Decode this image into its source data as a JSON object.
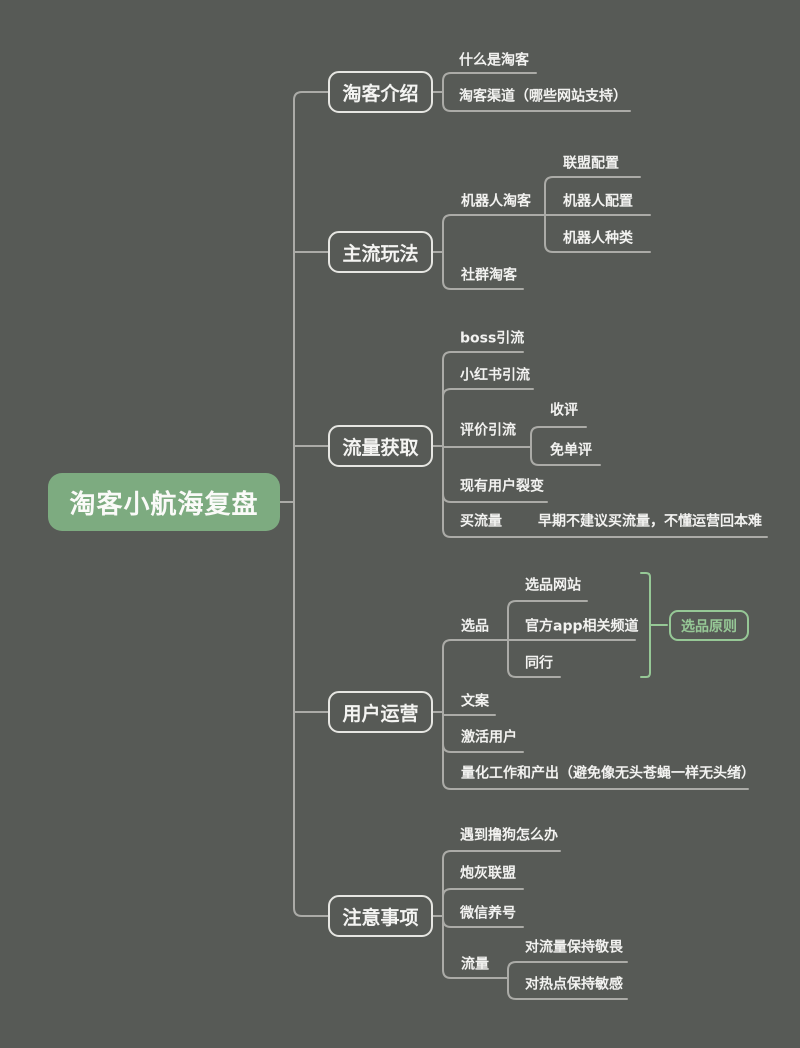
{
  "colors": {
    "background": "#575a56",
    "line": "#ababa7",
    "node_border": "#e6e6e2",
    "text": "#f2f2f0",
    "root_fill": "#7dab80",
    "summary_green": "#96c896"
  },
  "map": {
    "root": {
      "label": "淘客小航海复盘"
    },
    "branches": [
      {
        "label": "淘客介绍",
        "children": [
          {
            "label": "什么是淘客"
          },
          {
            "label": "淘客渠道（哪些网站支持）"
          }
        ]
      },
      {
        "label": "主流玩法",
        "children": [
          {
            "label": "机器人淘客",
            "children": [
              {
                "label": "联盟配置"
              },
              {
                "label": "机器人配置"
              },
              {
                "label": "机器人种类"
              }
            ]
          },
          {
            "label": "社群淘客"
          }
        ]
      },
      {
        "label": "流量获取",
        "children": [
          {
            "label": "boss引流"
          },
          {
            "label": "小红书引流"
          },
          {
            "label": "评价引流",
            "children": [
              {
                "label": "收评"
              },
              {
                "label": "免单评"
              }
            ]
          },
          {
            "label": "现有用户裂变"
          },
          {
            "label": "买流量",
            "note": "早期不建议买流量，不懂运营回本难"
          }
        ]
      },
      {
        "label": "用户运营",
        "children": [
          {
            "label": "选品",
            "children": [
              {
                "label": "选品网站"
              },
              {
                "label": "官方app相关频道"
              },
              {
                "label": "同行"
              }
            ],
            "summary": "选品原则"
          },
          {
            "label": "文案"
          },
          {
            "label": "激活用户"
          },
          {
            "label": "量化工作和产出（避免像无头苍蝇一样无头绪）"
          }
        ]
      },
      {
        "label": "注意事项",
        "children": [
          {
            "label": "遇到撸狗怎么办"
          },
          {
            "label": "炮灰联盟"
          },
          {
            "label": "微信养号"
          },
          {
            "label": "流量",
            "children": [
              {
                "label": "对流量保持敬畏"
              },
              {
                "label": "对热点保持敏感"
              }
            ]
          }
        ]
      }
    ]
  }
}
